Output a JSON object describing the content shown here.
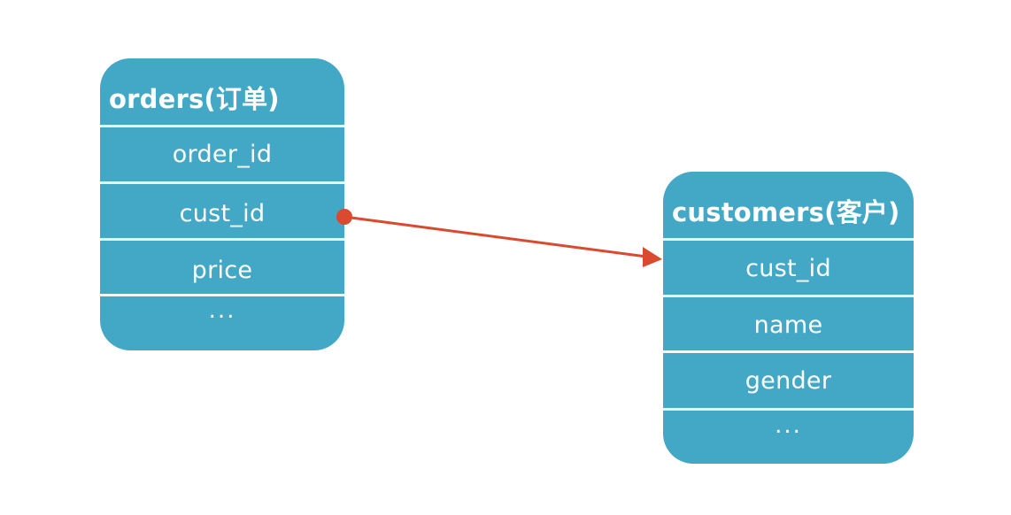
{
  "orders": {
    "title": "orders(订单)",
    "fields": [
      "order_id",
      "cust_id",
      "price"
    ],
    "more": "..."
  },
  "customers": {
    "title": "customers(客户)",
    "fields": [
      "cust_id",
      "name",
      "gender"
    ],
    "more": "..."
  },
  "colors": {
    "table_fill": "#43a8c6",
    "text": "#ffffff",
    "relation_line": "#d94a2e"
  }
}
